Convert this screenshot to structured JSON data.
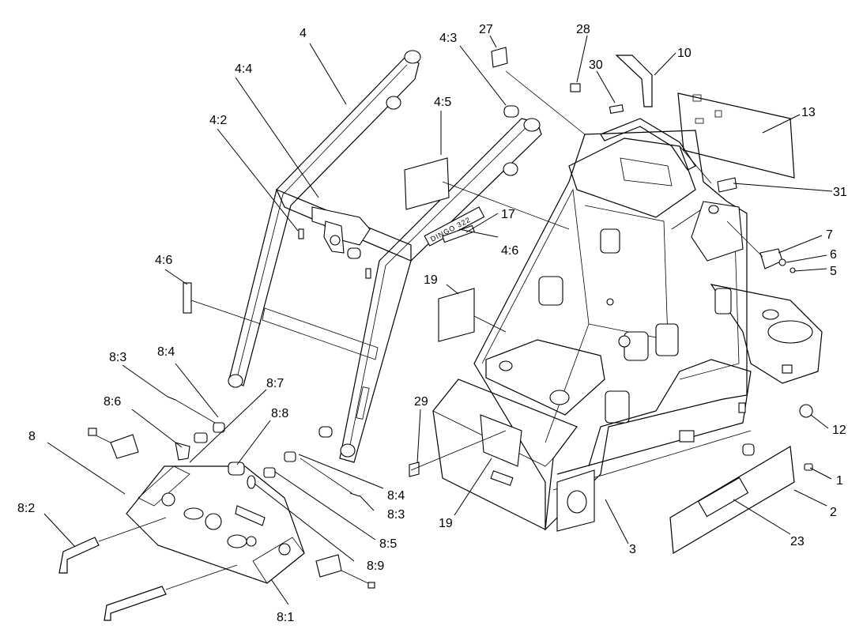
{
  "callouts": {
    "c1": "1",
    "c2": "2",
    "c3": "3",
    "c4": "4",
    "c4_2": "4:2",
    "c4_3": "4:3",
    "c4_4": "4:4",
    "c4_5": "4:5",
    "c4_6a": "4:6",
    "c4_6b": "4:6",
    "c5": "5",
    "c6": "6",
    "c7": "7",
    "c8": "8",
    "c8_1": "8:1",
    "c8_2": "8:2",
    "c8_3a": "8:3",
    "c8_3b": "8:3",
    "c8_4a": "8:4",
    "c8_4b": "8:4",
    "c8_5": "8:5",
    "c8_6": "8:6",
    "c8_7": "8:7",
    "c8_8": "8:8",
    "c8_9": "8:9",
    "c10": "10",
    "c12": "12",
    "c13": "13",
    "c17": "17",
    "c19a": "19",
    "c19b": "19",
    "c23": "23",
    "c27": "27",
    "c28": "28",
    "c29": "29",
    "c30": "30",
    "c31": "31"
  },
  "decal": {
    "model_text": "DINGO 322"
  }
}
